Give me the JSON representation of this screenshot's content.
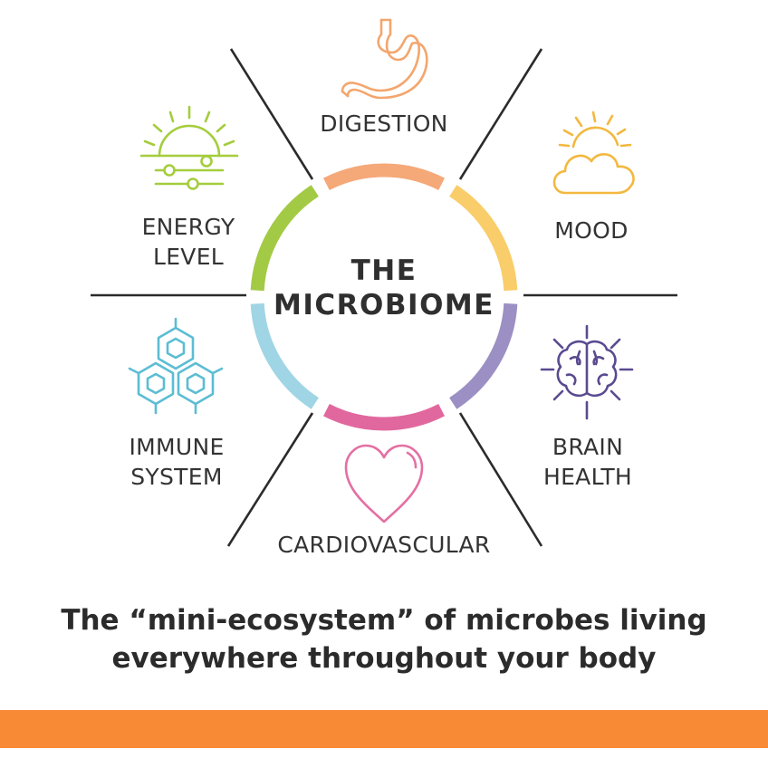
{
  "center": {
    "line1": "THE",
    "line2": "MICROBIOME"
  },
  "segments": [
    {
      "id": "digestion",
      "lines": [
        "DIGESTION"
      ],
      "icon": "stomach-icon",
      "color": "#f5a878"
    },
    {
      "id": "mood",
      "lines": [
        "MOOD"
      ],
      "icon": "sun-cloud-icon",
      "color": "#f9cd6a"
    },
    {
      "id": "brain-health",
      "lines": [
        "BRAIN",
        "HEALTH"
      ],
      "icon": "brain-icon",
      "color": "#9c8fc3"
    },
    {
      "id": "cardiovascular",
      "lines": [
        "CARDIOVASCULAR"
      ],
      "icon": "heart-icon",
      "color": "#e1689e"
    },
    {
      "id": "immune-system",
      "lines": [
        "IMMUNE",
        "SYSTEM"
      ],
      "icon": "hexagon-cells-icon",
      "color": "#9fd5e5"
    },
    {
      "id": "energy-level",
      "lines": [
        "ENERGY",
        "LEVEL"
      ],
      "icon": "sunrise-sliders-icon",
      "color": "#a3ca45"
    }
  ],
  "colors": {
    "divider": "#2b2b2b",
    "brain_icon": "#5a4a90",
    "heart_icon": "#e46fa3",
    "immune_icon": "#5cbdd3",
    "energy_icon": "#a4cd3c",
    "mood_icon": "#f3b83f",
    "stomach_icon": "#f3a66e",
    "bottom_bar": "#f98a35"
  },
  "caption": {
    "line1": "The “mini-ecosystem” of microbes living",
    "line2": "everywhere throughout your body"
  }
}
